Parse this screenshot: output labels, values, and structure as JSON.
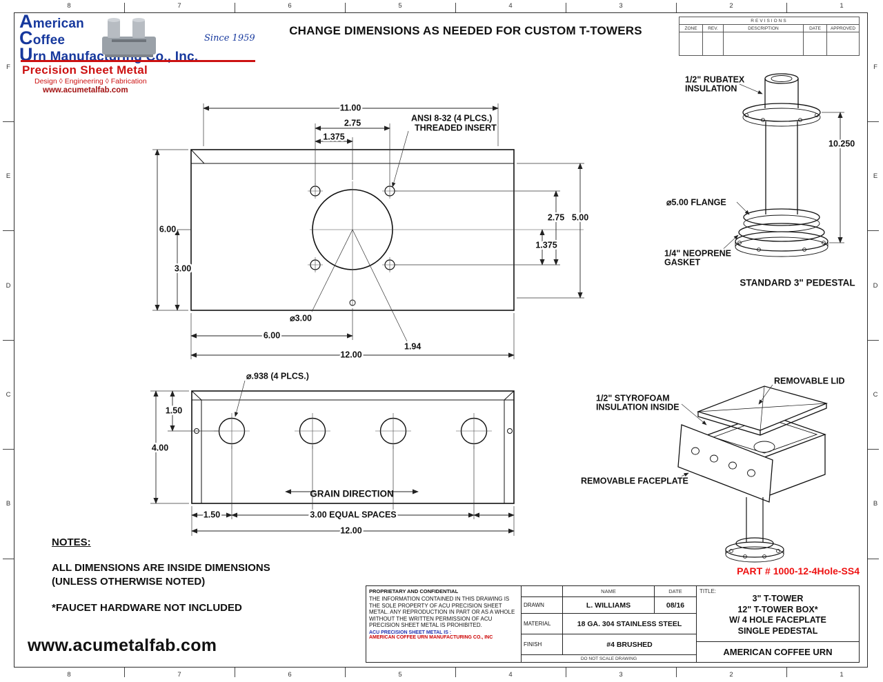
{
  "zones": {
    "top": [
      "8",
      "7",
      "6",
      "5",
      "4",
      "3",
      "2",
      "1"
    ],
    "bottom": [
      "8",
      "7",
      "6",
      "5",
      "4",
      "3",
      "2",
      "1"
    ],
    "left": [
      "F",
      "E",
      "D",
      "C",
      "B"
    ],
    "right": [
      "F",
      "E",
      "D",
      "C",
      "B"
    ]
  },
  "logo": {
    "line1": "American",
    "line2": "Coffee",
    "line3": "Urn Manufacturing Co., Inc.",
    "since": "Since 1959",
    "subtitle": "Precision Sheet Metal",
    "tagline": "Design  ◊  Engineering  ◊  Fabrication",
    "website": "www.acumetalfab.com"
  },
  "header": {
    "note": "CHANGE DIMENSIONS AS NEEDED FOR CUSTOM T-TOWERS"
  },
  "revisions": {
    "title": "REVISIONS",
    "columns": [
      "ZONE",
      "REV.",
      "DESCRIPTION",
      "DATE",
      "APPROVED"
    ]
  },
  "top_view": {
    "dim_width_insert": "11.00",
    "dim_insert_spacing_h": "2.75",
    "dim_insert_offset_h": "1.375",
    "insert_note_line1": "ANSI 8-32 (4 PLCS.)",
    "insert_note_line2": "THREADED INSERT",
    "dim_height": "6.00",
    "dim_center_v": "3.00",
    "dim_insert_spacing_v": "2.75",
    "dim_right_5": "5.00",
    "dim_insert_offset_v": "1.375",
    "dim_center_hole": "⌀3.00",
    "dim_center_h": "6.00",
    "dim_diag": "1.94",
    "dim_width": "12.00"
  },
  "front_view": {
    "hole_note": "⌀.938 (4 PLCS.)",
    "dim_hole_top": "1.50",
    "dim_height": "4.00",
    "grain_label": "GRAIN DIRECTION",
    "dim_hole_left": "1.50",
    "dim_spacing": "3.00 EQUAL SPACES",
    "dim_width": "12.00"
  },
  "pedestal": {
    "insulation_line1": "1/2\" RUBATEX",
    "insulation_line2": "INSULATION",
    "dim_height": "10.250",
    "flange_label": "⌀5.00 FLANGE",
    "gasket_line1": "1/4\" NEOPRENE",
    "gasket_line2": "GASKET",
    "caption": "STANDARD 3\" PEDESTAL"
  },
  "isometric": {
    "lid_label": "REMOVABLE LID",
    "insulation_line1": "1/2\" STYROFOAM",
    "insulation_line2": "INSULATION INSIDE",
    "faceplate_label": "REMOVABLE FACEPLATE"
  },
  "notes": {
    "heading": "NOTES:",
    "line1": "ALL DIMENSIONS ARE INSIDE DIMENSIONS",
    "line2": "(UNLESS OTHERWISE NOTED)",
    "line3": "*FAUCET HARDWARE NOT INCLUDED"
  },
  "part_number": "PART # 1000-12-4Hole-SS4",
  "title_block": {
    "proprietary_heading": "PROPRIETARY AND CONFIDENTIAL",
    "proprietary_body": "THE INFORMATION CONTAINED IN THIS DRAWING IS THE SOLE PROPERTY OF ACU PRECISION SHEET METAL.  ANY REPRODUCTION IN PART OR AS A WHOLE WITHOUT THE WRITTEN PERMISSION OF ACU PRECISION SHEET METAL IS PROHIBITED.",
    "acu_note_label": "ACU PRECISION SHEET METAL IS :",
    "acu_note_company": "AMERICAN COFFEE URN MANUFACTURING CO., INC",
    "name_header": "NAME",
    "date_header": "DATE",
    "drawn_label": "DRAWN",
    "drawn_name": "L. WILLIAMS",
    "drawn_date": "08/16",
    "material_label": "MATERIAL",
    "material_value": "18 GA. 304 STAINLESS STEEL",
    "finish_label": "FINISH",
    "finish_value": "#4 BRUSHED",
    "title_label": "TITLE:",
    "title_line1": "3\" T-TOWER",
    "title_line2": "12\" T-TOWER BOX*",
    "title_line3": "W/ 4 HOLE FACEPLATE",
    "title_line4": "SINGLE PEDESTAL",
    "company": "AMERICAN COFFEE URN",
    "do_not_scale": "DO NOT SCALE DRAWING"
  },
  "footer": {
    "website": "www.acumetalfab.com"
  }
}
